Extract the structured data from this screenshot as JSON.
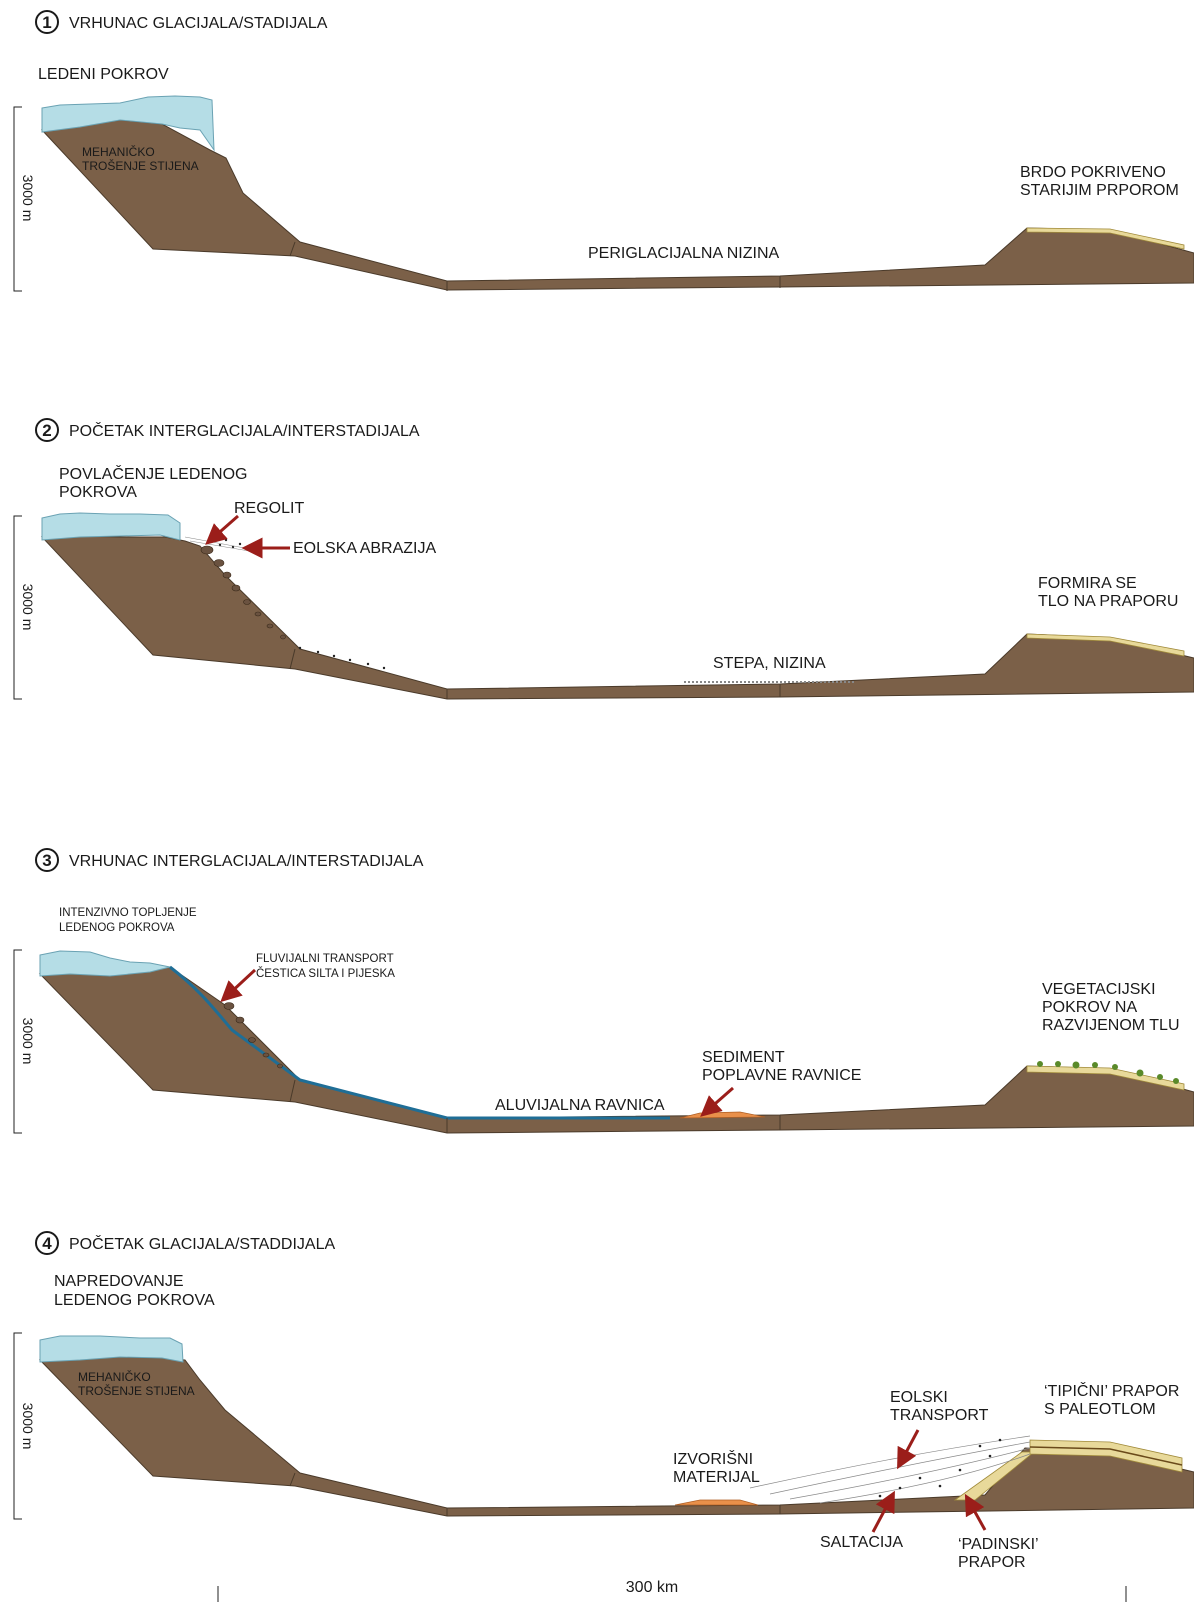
{
  "colors": {
    "rock": "#7b6048",
    "ice": "#b5dde6",
    "loess": "#e8d99a",
    "sediment": "#e9904a",
    "water": "#1f6e96",
    "arrow": "#9b1e1a",
    "vegetation": "#5a8a2a"
  },
  "panels": [
    {
      "number": "1",
      "title": "VRHUNAC GLACIJALA/STADIJALA",
      "scale": "3000 m",
      "labels": {
        "ice": "LEDENI POKROV",
        "weathering_1": "MEHANIČKO",
        "weathering_2": "TROŠENJE STIJENA",
        "plain": "PERIGLACIJALNA NIZINA",
        "hill_1": "BRDO POKRIVENO",
        "hill_2": "STARIJIM PRPOROM"
      }
    },
    {
      "number": "2",
      "title": "POČETAK INTERGLACIJALA/INTERSTADIJALA",
      "scale": "3000 m",
      "labels": {
        "ice_1": "POVLAČENJE LEDENOG",
        "ice_2": "POKROVA",
        "regolith": "REGOLIT",
        "abrasion": "EOLSKA ABRAZIJA",
        "steppe": "STEPA, NIZINA",
        "soil_1": "FORMIRA SE",
        "soil_2": "TLO NA PRAPORU"
      }
    },
    {
      "number": "3",
      "title": "VRHUNAC INTERGLACIJALA/INTERSTADIJALA",
      "scale": "3000 m",
      "labels": {
        "melt_1": "INTENZIVNO TOPLJENJE",
        "melt_2": "LEDENOG POKROVA",
        "fluvial_1": "FLUVIJALNI TRANSPORT",
        "fluvial_2": "ČESTICA SILTA I PIJESKA",
        "alluvial": "ALUVIJALNA RAVNICA",
        "flood_1": "SEDIMENT",
        "flood_2": "POPLAVNE RAVNICE",
        "veg_1": "VEGETACIJSKI",
        "veg_2": "POKROV NA",
        "veg_3": "RAZVIJENOM TLU"
      }
    },
    {
      "number": "4",
      "title": "POČETAK GLACIJALA/STADDIJALA",
      "scale": "3000 m",
      "labels": {
        "advance_1": "NAPREDOVANJE",
        "advance_2": "LEDENOG POKROVA",
        "weathering_1": "MEHANIČKO",
        "weathering_2": "TROŠENJE STIJENA",
        "source_1": "IZVORIŠNI",
        "source_2": "MATERIJAL",
        "eolian_1": "EOLSKI",
        "eolian_2": "TRANSPORT",
        "saltation": "SALTACIJA",
        "slope_1": "‘PADINSKI’",
        "slope_2": "PRAPOR",
        "typical_1": "‘TIPIČNI’ PRAPOR",
        "typical_2": "S PALEOTLOM"
      }
    }
  ],
  "scale_bar": "300 km"
}
